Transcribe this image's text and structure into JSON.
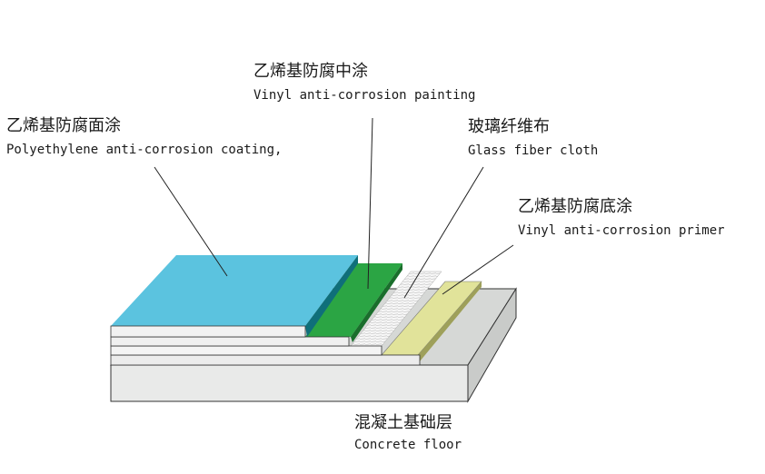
{
  "labels": {
    "middle_coat": {
      "cn": "乙烯基防腐中涂",
      "en": "Vinyl anti-corrosion painting"
    },
    "top_coat": {
      "cn": "乙烯基防腐面涂",
      "en": "Polyethylene anti-corrosion coating,"
    },
    "glass_fiber": {
      "cn": "玻璃纤维布",
      "en": "Glass fiber cloth"
    },
    "primer": {
      "cn": "乙烯基防腐底涂",
      "en": "Vinyl anti-corrosion primer"
    },
    "concrete": {
      "cn": "混凝土基础层",
      "en": "Concrete floor"
    }
  },
  "colors": {
    "top_coat": "#5bc3df",
    "top_coat_side": "#0f6f7a",
    "middle_coat": "#2ba544",
    "middle_coat_side": "#1a6e2c",
    "primer": "#e1e39a",
    "primer_side": "#9ea05a",
    "concrete": "#d6d8d6",
    "concrete_front": "#e9eae9",
    "concrete_side": "#c9cbc9",
    "outline": "#333333"
  }
}
